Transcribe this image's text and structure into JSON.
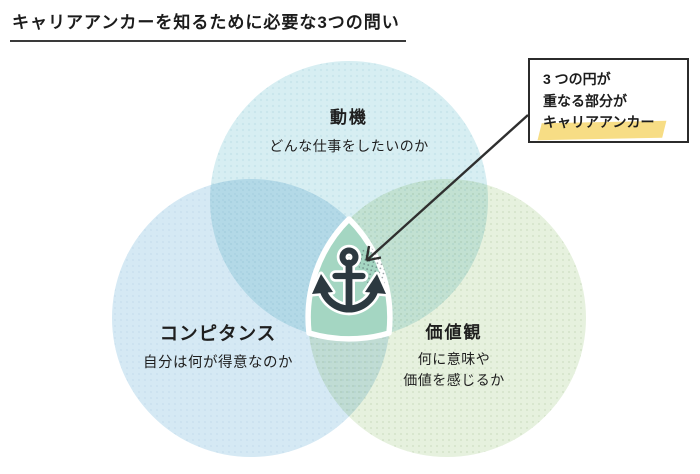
{
  "title": {
    "text": "キャリアアンカーを知るために必要な3つの問い",
    "underline_color": "#3a3a3a"
  },
  "venn": {
    "top_circle": {
      "label": "動機",
      "description": "どんな仕事をしたいのか",
      "color": "#d7eef2"
    },
    "left_circle": {
      "label": "コンピタンス",
      "description": "自分は何が得意なのか",
      "color": "#d5e9f4"
    },
    "right_circle": {
      "label": "価値観",
      "description_lines": [
        "何に意味や",
        "価値を感じるか"
      ],
      "color": "#e6f1de"
    },
    "center": {
      "icon": "anchor-icon",
      "fill_color": "#a4d6c2",
      "outline_color": "#ffffff",
      "anchor_color": "#2c3940"
    }
  },
  "callout": {
    "lines": [
      "3 つの円が",
      "重なる部分が",
      "キャリアアンカー"
    ],
    "highlight_color": "#f7dd85",
    "border_color": "#2b2b2b",
    "arrow_color": "#2f2f2f"
  }
}
